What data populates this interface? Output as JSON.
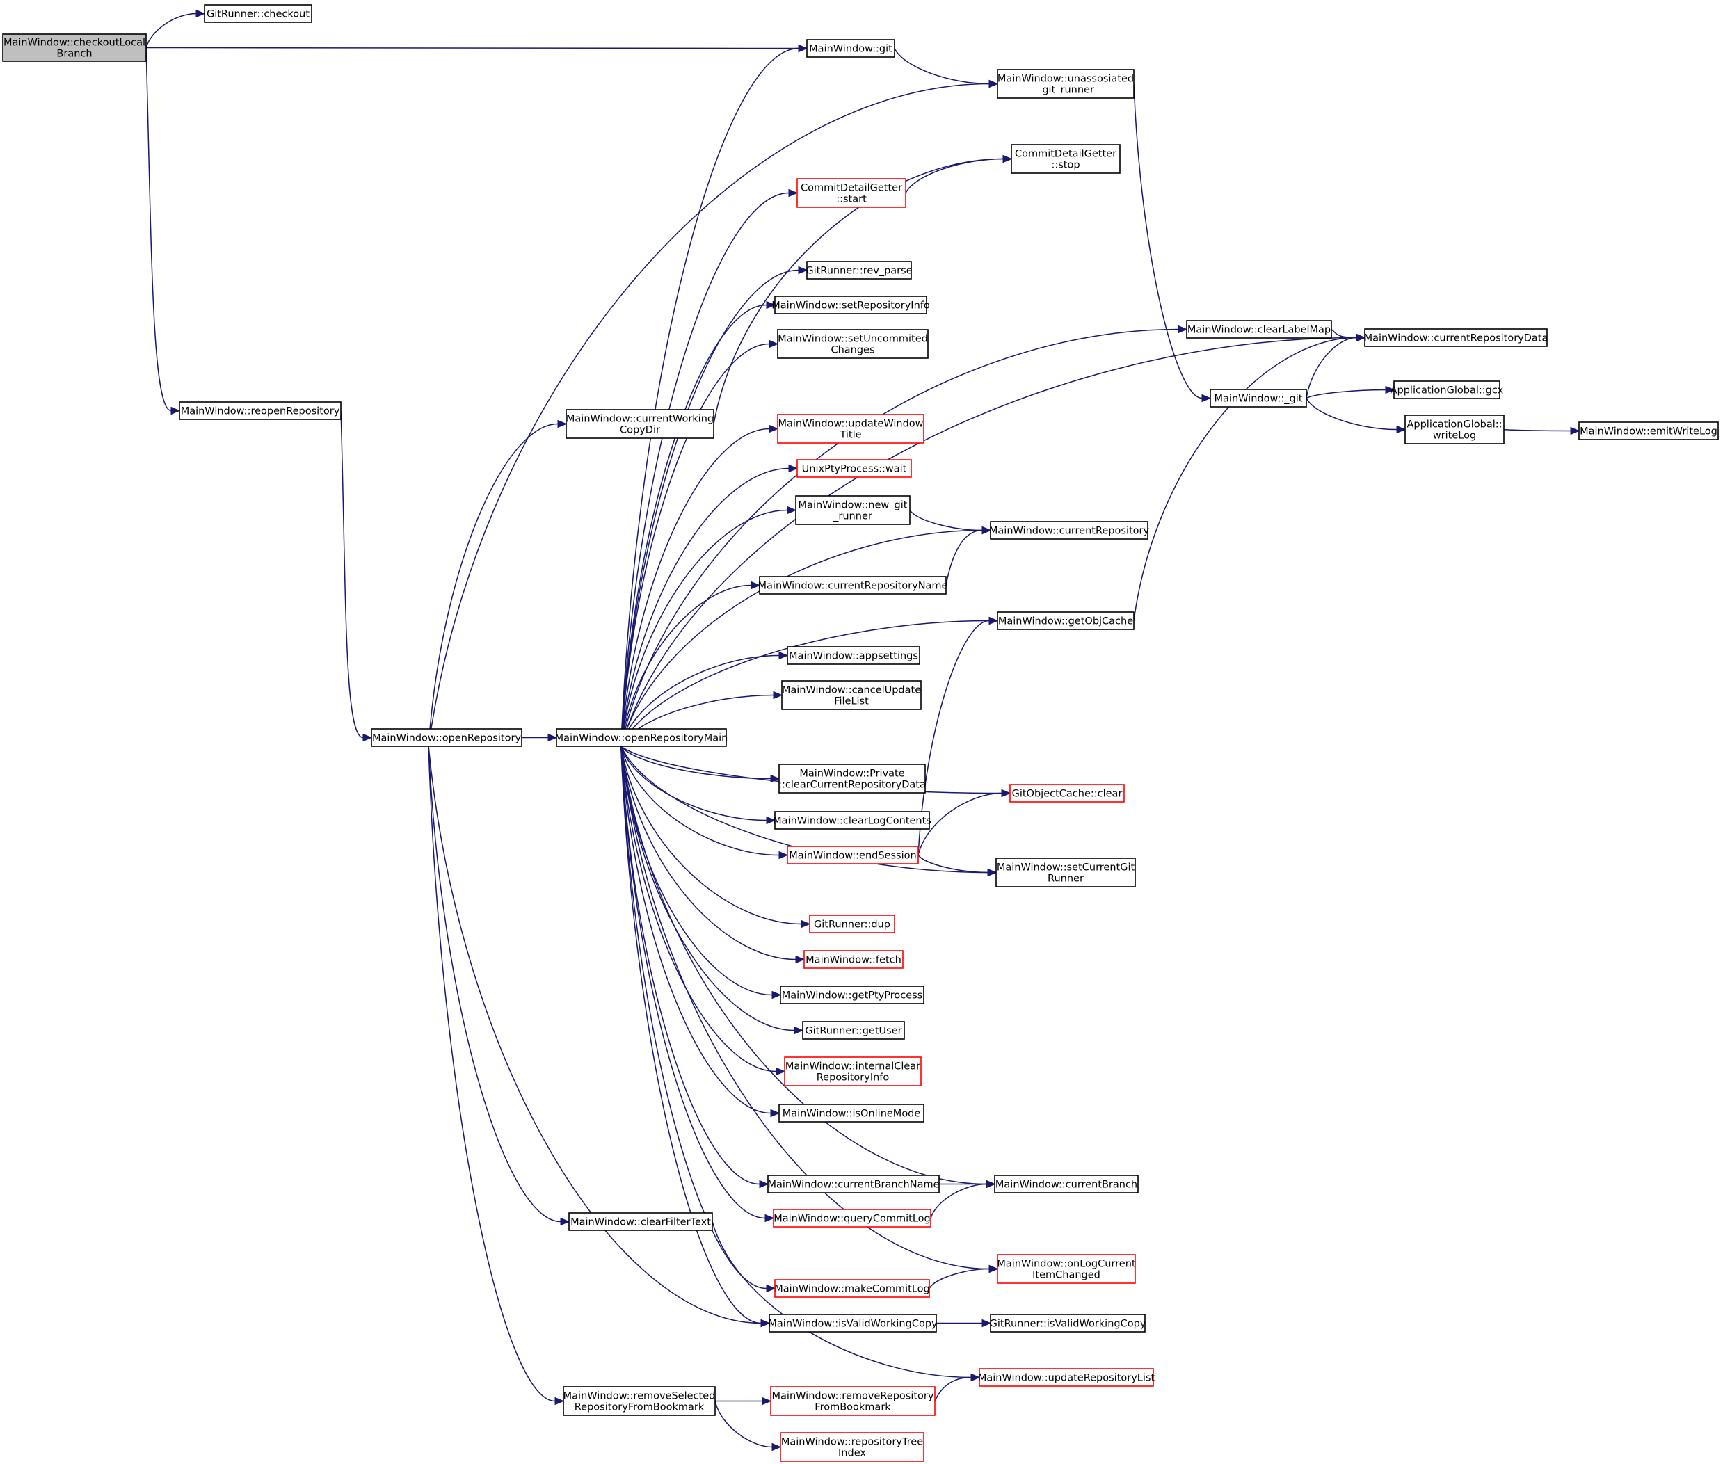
{
  "colors": {
    "edge": "#191970",
    "border_normal": "#000000",
    "border_truncated": "#ff0000",
    "fill_focus": "#bfbfbf",
    "fill_normal": "#ffffff"
  },
  "nodes": [
    {
      "id": "checkoutLocalBranch",
      "lines": [
        "MainWindow::checkoutLocal",
        "Branch"
      ],
      "style": "focus"
    },
    {
      "id": "gitrunner_checkout",
      "lines": [
        "GitRunner::checkout"
      ],
      "style": "normal"
    },
    {
      "id": "mw_git",
      "lines": [
        "MainWindow::git"
      ],
      "style": "normal"
    },
    {
      "id": "unassosiated",
      "lines": [
        "MainWindow::unassosiated",
        "_git_runner"
      ],
      "style": "normal"
    },
    {
      "id": "cdg_stop",
      "lines": [
        "CommitDetailGetter",
        "::stop"
      ],
      "style": "normal"
    },
    {
      "id": "cdg_start",
      "lines": [
        "CommitDetailGetter",
        "::start"
      ],
      "style": "truncated"
    },
    {
      "id": "rev_parse",
      "lines": [
        "GitRunner::rev_parse"
      ],
      "style": "normal"
    },
    {
      "id": "setRepositoryInfo",
      "lines": [
        "MainWindow::setRepositoryInfo"
      ],
      "style": "normal"
    },
    {
      "id": "setUncommited",
      "lines": [
        "MainWindow::setUncommited",
        "Changes"
      ],
      "style": "normal"
    },
    {
      "id": "clearLabelMap",
      "lines": [
        "MainWindow::clearLabelMap"
      ],
      "style": "normal"
    },
    {
      "id": "currentRepositoryData",
      "lines": [
        "MainWindow::currentRepositoryData"
      ],
      "style": "normal"
    },
    {
      "id": "underscore_git",
      "lines": [
        "MainWindow::_git"
      ],
      "style": "normal"
    },
    {
      "id": "gcx",
      "lines": [
        "ApplicationGlobal::gcx"
      ],
      "style": "normal"
    },
    {
      "id": "writeLog",
      "lines": [
        "ApplicationGlobal::",
        "writeLog"
      ],
      "style": "normal"
    },
    {
      "id": "emitWriteLog",
      "lines": [
        "MainWindow::emitWriteLog"
      ],
      "style": "normal"
    },
    {
      "id": "reopenRepository",
      "lines": [
        "MainWindow::reopenRepository"
      ],
      "style": "normal"
    },
    {
      "id": "currentWorkingCopyDir",
      "lines": [
        "MainWindow::currentWorking",
        "CopyDir"
      ],
      "style": "normal"
    },
    {
      "id": "updateWindowTitle",
      "lines": [
        "MainWindow::updateWindow",
        "Title"
      ],
      "style": "truncated"
    },
    {
      "id": "unix_wait",
      "lines": [
        "UnixPtyProcess::wait"
      ],
      "style": "truncated"
    },
    {
      "id": "new_git_runner",
      "lines": [
        "MainWindow::new_git",
        "_runner"
      ],
      "style": "normal"
    },
    {
      "id": "currentRepository",
      "lines": [
        "MainWindow::currentRepository"
      ],
      "style": "normal"
    },
    {
      "id": "currentRepositoryName",
      "lines": [
        "MainWindow::currentRepositoryName"
      ],
      "style": "normal"
    },
    {
      "id": "getObjCache",
      "lines": [
        "MainWindow::getObjCache"
      ],
      "style": "normal"
    },
    {
      "id": "appsettings",
      "lines": [
        "MainWindow::appsettings"
      ],
      "style": "normal"
    },
    {
      "id": "cancelUpdateFileList",
      "lines": [
        "MainWindow::cancelUpdate",
        "FileList"
      ],
      "style": "normal"
    },
    {
      "id": "openRepository",
      "lines": [
        "MainWindow::openRepository"
      ],
      "style": "normal"
    },
    {
      "id": "openRepositoryMain",
      "lines": [
        "MainWindow::openRepositoryMain"
      ],
      "style": "normal"
    },
    {
      "id": "privateClear",
      "lines": [
        "MainWindow::Private",
        "::clearCurrentRepositoryData"
      ],
      "style": "normal"
    },
    {
      "id": "gitObjectCacheClear",
      "lines": [
        "GitObjectCache::clear"
      ],
      "style": "truncated"
    },
    {
      "id": "clearLogContents",
      "lines": [
        "MainWindow::clearLogContents"
      ],
      "style": "normal"
    },
    {
      "id": "endSession",
      "lines": [
        "MainWindow::endSession"
      ],
      "style": "truncated"
    },
    {
      "id": "setCurrentGitRunner",
      "lines": [
        "MainWindow::setCurrentGit",
        "Runner"
      ],
      "style": "normal"
    },
    {
      "id": "dup",
      "lines": [
        "GitRunner::dup"
      ],
      "style": "truncated"
    },
    {
      "id": "fetch",
      "lines": [
        "MainWindow::fetch"
      ],
      "style": "truncated"
    },
    {
      "id": "getPtyProcess",
      "lines": [
        "MainWindow::getPtyProcess"
      ],
      "style": "normal"
    },
    {
      "id": "getUser",
      "lines": [
        "GitRunner::getUser"
      ],
      "style": "normal"
    },
    {
      "id": "internalClear",
      "lines": [
        "MainWindow::internalClear",
        "RepositoryInfo"
      ],
      "style": "truncated"
    },
    {
      "id": "isOnlineMode",
      "lines": [
        "MainWindow::isOnlineMode"
      ],
      "style": "normal"
    },
    {
      "id": "currentBranchName",
      "lines": [
        "MainWindow::currentBranchName"
      ],
      "style": "normal"
    },
    {
      "id": "currentBranch",
      "lines": [
        "MainWindow::currentBranch"
      ],
      "style": "normal"
    },
    {
      "id": "queryCommitLog",
      "lines": [
        "MainWindow::queryCommitLog"
      ],
      "style": "truncated"
    },
    {
      "id": "clearFilterText",
      "lines": [
        "MainWindow::clearFilterText"
      ],
      "style": "normal"
    },
    {
      "id": "onLogCurrent",
      "lines": [
        "MainWindow::onLogCurrent",
        "ItemChanged"
      ],
      "style": "truncated"
    },
    {
      "id": "makeCommitLog",
      "lines": [
        "MainWindow::makeCommitLog"
      ],
      "style": "truncated"
    },
    {
      "id": "isValidWorkingCopy",
      "lines": [
        "MainWindow::isValidWorkingCopy"
      ],
      "style": "normal"
    },
    {
      "id": "gr_isValidWorkingCopy",
      "lines": [
        "GitRunner::isValidWorkingCopy"
      ],
      "style": "normal"
    },
    {
      "id": "updateRepositoryList",
      "lines": [
        "MainWindow::updateRepositoryList"
      ],
      "style": "truncated"
    },
    {
      "id": "removeSelected",
      "lines": [
        "MainWindow::removeSelected",
        "RepositoryFromBookmark"
      ],
      "style": "normal"
    },
    {
      "id": "removeRepository",
      "lines": [
        "MainWindow::removeRepository",
        "FromBookmark"
      ],
      "style": "truncated"
    },
    {
      "id": "repositoryTreeIndex",
      "lines": [
        "MainWindow::repositoryTree",
        "Index"
      ],
      "style": "truncated"
    }
  ],
  "edges": [
    [
      "checkoutLocalBranch",
      "gitrunner_checkout"
    ],
    [
      "checkoutLocalBranch",
      "mw_git"
    ],
    [
      "checkoutLocalBranch",
      "reopenRepository"
    ],
    [
      "mw_git",
      "unassosiated"
    ],
    [
      "unassosiated",
      "underscore_git"
    ],
    [
      "cdg_start",
      "cdg_stop"
    ],
    [
      "clearLabelMap",
      "currentRepositoryData"
    ],
    [
      "underscore_git",
      "currentRepositoryData"
    ],
    [
      "underscore_git",
      "gcx"
    ],
    [
      "underscore_git",
      "writeLog"
    ],
    [
      "writeLog",
      "emitWriteLog"
    ],
    [
      "reopenRepository",
      "openRepository"
    ],
    [
      "currentWorkingCopyDir",
      "cdg_stop"
    ],
    [
      "new_git_runner",
      "currentRepository"
    ],
    [
      "currentRepositoryName",
      "currentRepository"
    ],
    [
      "getObjCache",
      "currentRepositoryData"
    ],
    [
      "openRepository",
      "unassosiated"
    ],
    [
      "openRepository",
      "currentWorkingCopyDir"
    ],
    [
      "openRepository",
      "openRepositoryMain"
    ],
    [
      "openRepository",
      "clearFilterText"
    ],
    [
      "openRepository",
      "isValidWorkingCopy"
    ],
    [
      "openRepository",
      "removeSelected"
    ],
    [
      "openRepositoryMain",
      "mw_git"
    ],
    [
      "openRepositoryMain",
      "cdg_start"
    ],
    [
      "openRepositoryMain",
      "currentRepository"
    ],
    [
      "openRepositoryMain",
      "currentRepositoryData"
    ],
    [
      "openRepositoryMain",
      "rev_parse"
    ],
    [
      "openRepositoryMain",
      "setRepositoryInfo"
    ],
    [
      "openRepositoryMain",
      "setUncommited"
    ],
    [
      "openRepositoryMain",
      "clearLabelMap"
    ],
    [
      "openRepositoryMain",
      "updateWindowTitle"
    ],
    [
      "openRepositoryMain",
      "unix_wait"
    ],
    [
      "openRepositoryMain",
      "new_git_runner"
    ],
    [
      "openRepositoryMain",
      "currentRepositoryName"
    ],
    [
      "openRepositoryMain",
      "getObjCache"
    ],
    [
      "openRepositoryMain",
      "appsettings"
    ],
    [
      "openRepositoryMain",
      "cancelUpdateFileList"
    ],
    [
      "openRepositoryMain",
      "gitObjectCacheClear"
    ],
    [
      "openRepositoryMain",
      "privateClear"
    ],
    [
      "openRepositoryMain",
      "clearLogContents"
    ],
    [
      "openRepositoryMain",
      "endSession"
    ],
    [
      "openRepositoryMain",
      "setCurrentGitRunner"
    ],
    [
      "openRepositoryMain",
      "dup"
    ],
    [
      "openRepositoryMain",
      "fetch"
    ],
    [
      "openRepositoryMain",
      "getPtyProcess"
    ],
    [
      "openRepositoryMain",
      "getUser"
    ],
    [
      "openRepositoryMain",
      "internalClear"
    ],
    [
      "openRepositoryMain",
      "isOnlineMode"
    ],
    [
      "openRepositoryMain",
      "currentBranch"
    ],
    [
      "openRepositoryMain",
      "currentBranchName"
    ],
    [
      "openRepositoryMain",
      "queryCommitLog"
    ],
    [
      "openRepositoryMain",
      "onLogCurrent"
    ],
    [
      "openRepositoryMain",
      "makeCommitLog"
    ],
    [
      "openRepositoryMain",
      "isValidWorkingCopy"
    ],
    [
      "endSession",
      "getObjCache"
    ],
    [
      "endSession",
      "gitObjectCacheClear"
    ],
    [
      "endSession",
      "setCurrentGitRunner"
    ],
    [
      "currentBranchName",
      "currentBranch"
    ],
    [
      "queryCommitLog",
      "currentBranch"
    ],
    [
      "makeCommitLog",
      "onLogCurrent"
    ],
    [
      "isValidWorkingCopy",
      "gr_isValidWorkingCopy"
    ],
    [
      "clearFilterText",
      "updateRepositoryList"
    ],
    [
      "removeSelected",
      "removeRepository"
    ],
    [
      "removeSelected",
      "repositoryTreeIndex"
    ],
    [
      "removeRepository",
      "updateRepositoryList"
    ]
  ]
}
